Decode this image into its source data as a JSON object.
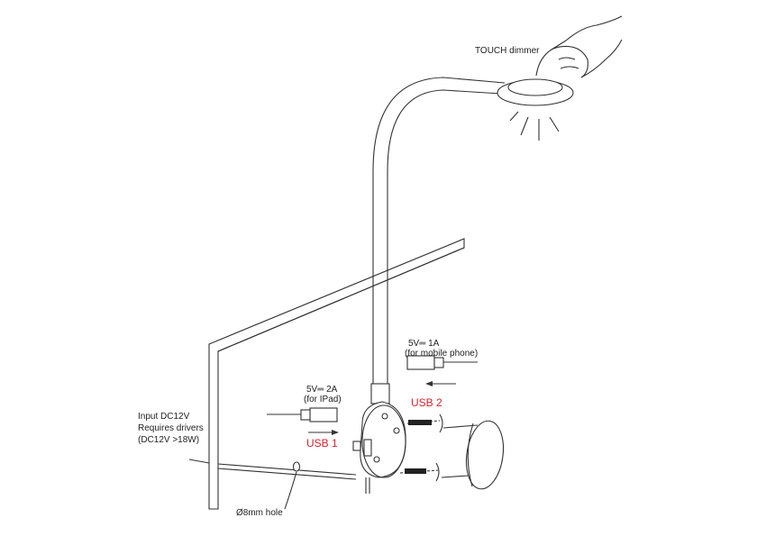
{
  "labels": {
    "touch_dimmer": "TOUCH dimmer",
    "usb2_spec": "5V═ 1A",
    "usb2_note": "(for mobile phone)",
    "usb2_name": "USB 2",
    "usb1_spec": "5V═ 2A",
    "usb1_note": "(for IPad)",
    "usb1_name": "USB 1",
    "input_line1": "Input DC12V",
    "input_line2": "Requires drivers",
    "input_line3": "(DC12V >18W)",
    "hole": "Ø8mm hole"
  },
  "colors": {
    "ink": "#333333",
    "accent_red": "#d9232e"
  }
}
